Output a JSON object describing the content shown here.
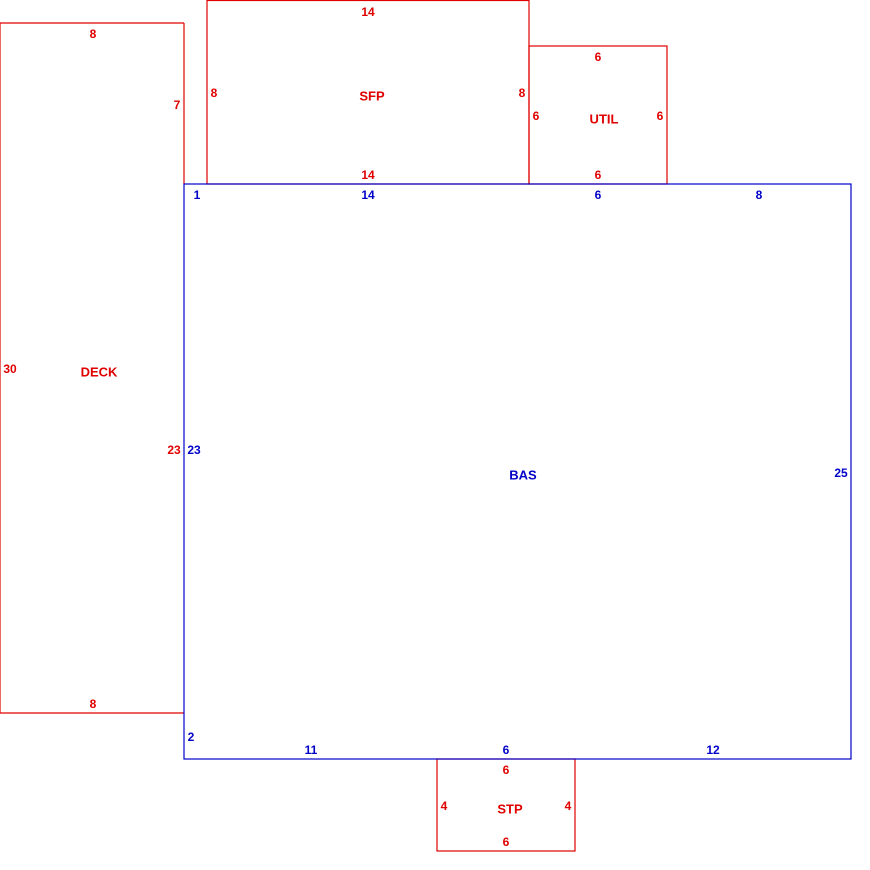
{
  "colors": {
    "addition": "#e00000",
    "main": "#0000c8",
    "background": "#ffffff"
  },
  "areas": {
    "deck": {
      "name": "DECK",
      "top": "8",
      "bottom": "8",
      "left": "30",
      "right_upper": "7",
      "right_lower": "23"
    },
    "sfp": {
      "name": "SFP",
      "top": "14",
      "bottom": "14",
      "left": "8",
      "right": "8"
    },
    "util": {
      "name": "UTIL",
      "top": "6",
      "bottom": "6",
      "left": "6",
      "right": "6"
    },
    "bas": {
      "name": "BAS",
      "top_a": "1",
      "top_b": "14",
      "top_c": "6",
      "top_d": "8",
      "left": "23",
      "right": "25",
      "bottom_left": "2",
      "bottom_a": "11",
      "bottom_b": "6",
      "bottom_c": "12"
    },
    "stp": {
      "name": "STP",
      "top": "6",
      "bottom": "6",
      "left": "4",
      "right": "4"
    }
  }
}
